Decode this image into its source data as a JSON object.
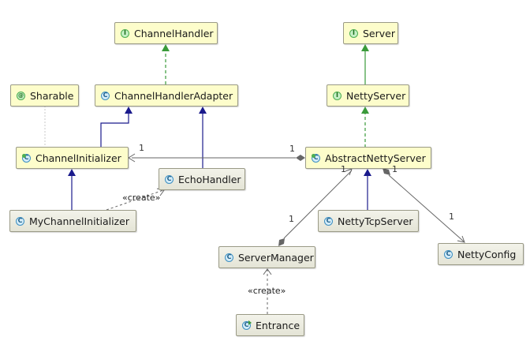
{
  "nodes": {
    "channel_handler": {
      "label": "ChannelHandler",
      "icon": "I"
    },
    "server": {
      "label": "Server",
      "icon": "I"
    },
    "sharable": {
      "label": "Sharable",
      "icon": "@"
    },
    "channel_handler_adapter": {
      "label": "ChannelHandlerAdapter",
      "icon": "C"
    },
    "netty_server": {
      "label": "NettyServer",
      "icon": "I"
    },
    "channel_initializer": {
      "label": "ChannelInitializer",
      "icon": "C"
    },
    "abstract_netty_server": {
      "label": "AbstractNettyServer",
      "icon": "C"
    },
    "echo_handler": {
      "label": "EchoHandler",
      "icon": "C"
    },
    "my_channel_initializer": {
      "label": "MyChannelInitializer",
      "icon": "C"
    },
    "netty_tcp_server": {
      "label": "NettyTcpServer",
      "icon": "C"
    },
    "server_manager": {
      "label": "ServerManager",
      "icon": "C"
    },
    "netty_config": {
      "label": "NettyConfig",
      "icon": "C"
    },
    "entrance": {
      "label": "Entrance",
      "icon": "C"
    }
  },
  "multiplicities": {
    "ci_left": "1",
    "ci_right": "1",
    "ans_left": "1",
    "ans_right": "1",
    "sm": "1",
    "nc": "1"
  },
  "stereotypes": {
    "create_echo": "«create»",
    "create_entrance": "«create»"
  },
  "colors": {
    "realization": "#3a9a3a",
    "generalization": "#1a1a8c",
    "association": "#666666"
  }
}
